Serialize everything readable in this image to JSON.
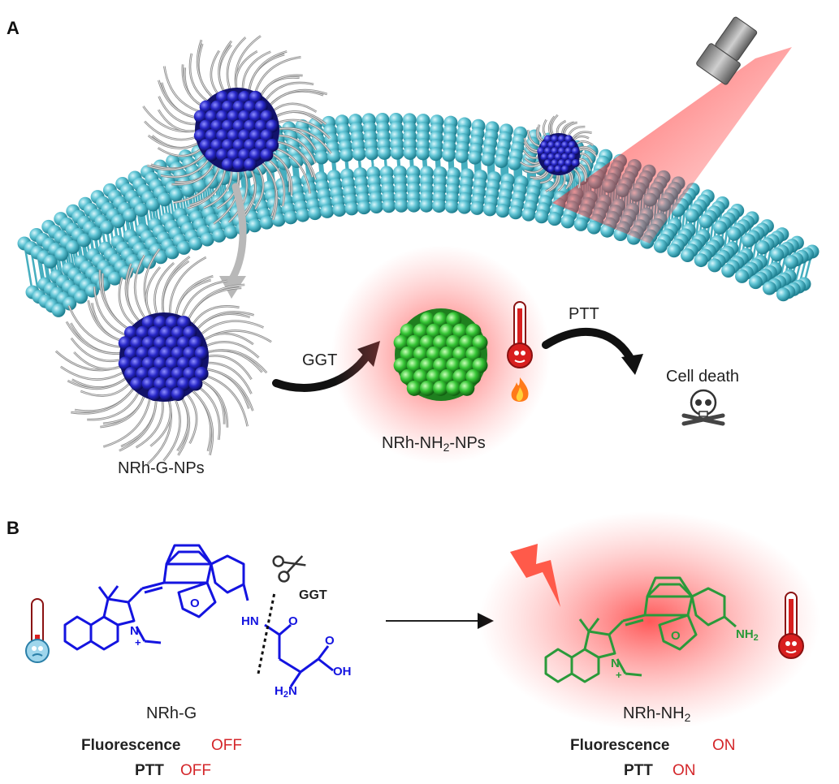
{
  "panel_a": {
    "letter": "A",
    "nanoparticle_label": "NRh-G-NPs",
    "product_label_prefix": "NRh-NH",
    "product_label_sub": "2",
    "product_label_suffix": "-NPs",
    "enzyme_label": "GGT",
    "therapy_label": "PTT",
    "outcome_label": "Cell death",
    "icons": [
      "laser-icon",
      "thermometer-icon",
      "flame-icon",
      "skull-crossbones-icon"
    ],
    "colors": {
      "membrane": "#5cc3d3",
      "nanoparticle": "#2b2bb8",
      "activated_nanoparticle": "#36c236",
      "glow": "#ff3b3b"
    }
  },
  "panel_b": {
    "letter": "B",
    "enzyme_label": "GGT",
    "left": {
      "name": "NRh-G",
      "atoms": {
        "oxygen": "O",
        "nitrogen_plus": "N",
        "charge": "+",
        "hn": "HN",
        "keto_o": "O",
        "oh": "OH",
        "h2n": "H",
        "h2n_sub": "2",
        "h2n_n": "N"
      },
      "fluorescence_label": "Fluorescence",
      "fluorescence_state": "OFF",
      "ptt_label": "PTT",
      "ptt_state": "OFF",
      "structure_color": "#1414e0"
    },
    "right": {
      "name_prefix": "NRh-NH",
      "name_sub": "2",
      "atoms": {
        "oxygen": "O",
        "nitrogen_plus": "N",
        "charge": "+",
        "nh2": "NH",
        "nh2_sub": "2"
      },
      "fluorescence_label": "Fluorescence",
      "fluorescence_state": "ON",
      "ptt_label": "PTT",
      "ptt_state": "ON",
      "structure_color": "#2a9a3a"
    },
    "icons": [
      "scissors-icon",
      "cold-thermometer-icon",
      "hot-thermometer-icon",
      "lightning-icon"
    ]
  }
}
